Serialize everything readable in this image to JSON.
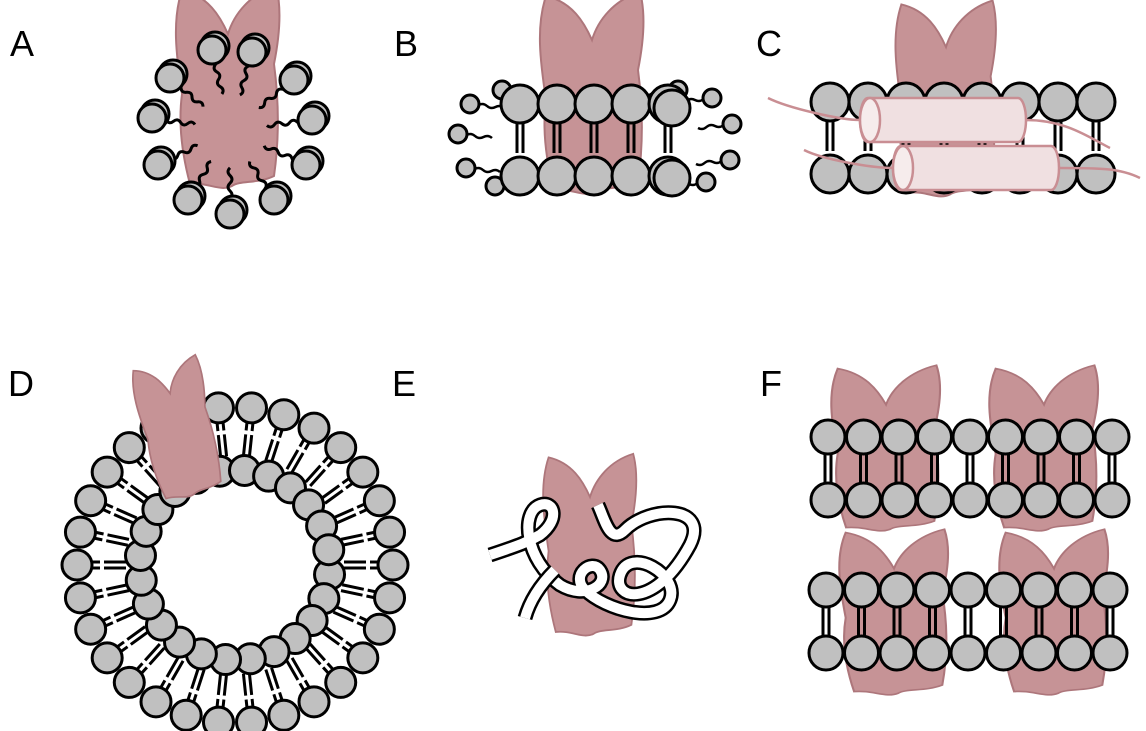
{
  "panels": [
    {
      "id": "A",
      "label": "A"
    },
    {
      "id": "B",
      "label": "B"
    },
    {
      "id": "C",
      "label": "C"
    },
    {
      "id": "D",
      "label": "D"
    },
    {
      "id": "E",
      "label": "E"
    },
    {
      "id": "F",
      "label": "F"
    }
  ],
  "colors": {
    "protein": "#c69396",
    "protein_edge": "#ad767b",
    "headgroup": "#c0c0c0",
    "outline": "#000000",
    "peptide_cylinder": "#f0e0e1",
    "peptide_edge": "#c98e93"
  }
}
